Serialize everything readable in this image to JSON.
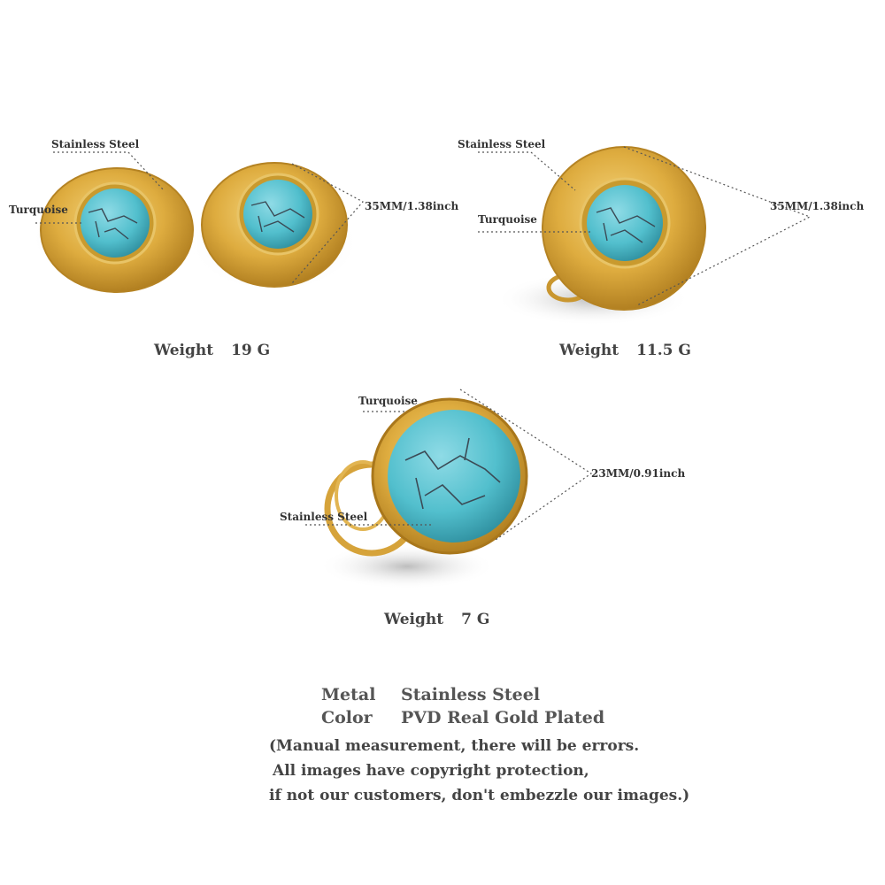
{
  "earrings": {
    "label_metal": "Stainless Steel",
    "label_stone": "Turquoise",
    "dimension": "35MM/1.38inch",
    "weight_label": "Weight",
    "weight_value": "19 G"
  },
  "pendant": {
    "label_metal": "Stainless Steel",
    "label_stone": "Turquoise",
    "dimension": "35MM/1.38inch",
    "weight_label": "Weight",
    "weight_value": "11.5 G"
  },
  "ring": {
    "label_stone": "Turquoise",
    "label_metal": "Stainless Steel",
    "dimension": "23MM/0.91inch",
    "weight_label": "Weight",
    "weight_value": "7 G"
  },
  "specs": {
    "metal_label": "Metal",
    "metal_value": "Stainless Steel",
    "color_label": "Color",
    "color_value": "PVD Real Gold Plated"
  },
  "notes": {
    "line1": "(Manual measurement, there will be errors.",
    "line2": "All images have copyright protection,",
    "line3": "if not our customers, don't embezzle our images.)"
  },
  "colors": {
    "gold": "#d9a93a",
    "gold_dark": "#b07c1c",
    "turquoise": "#58c0cf",
    "shadow": "#cfcfcf"
  }
}
